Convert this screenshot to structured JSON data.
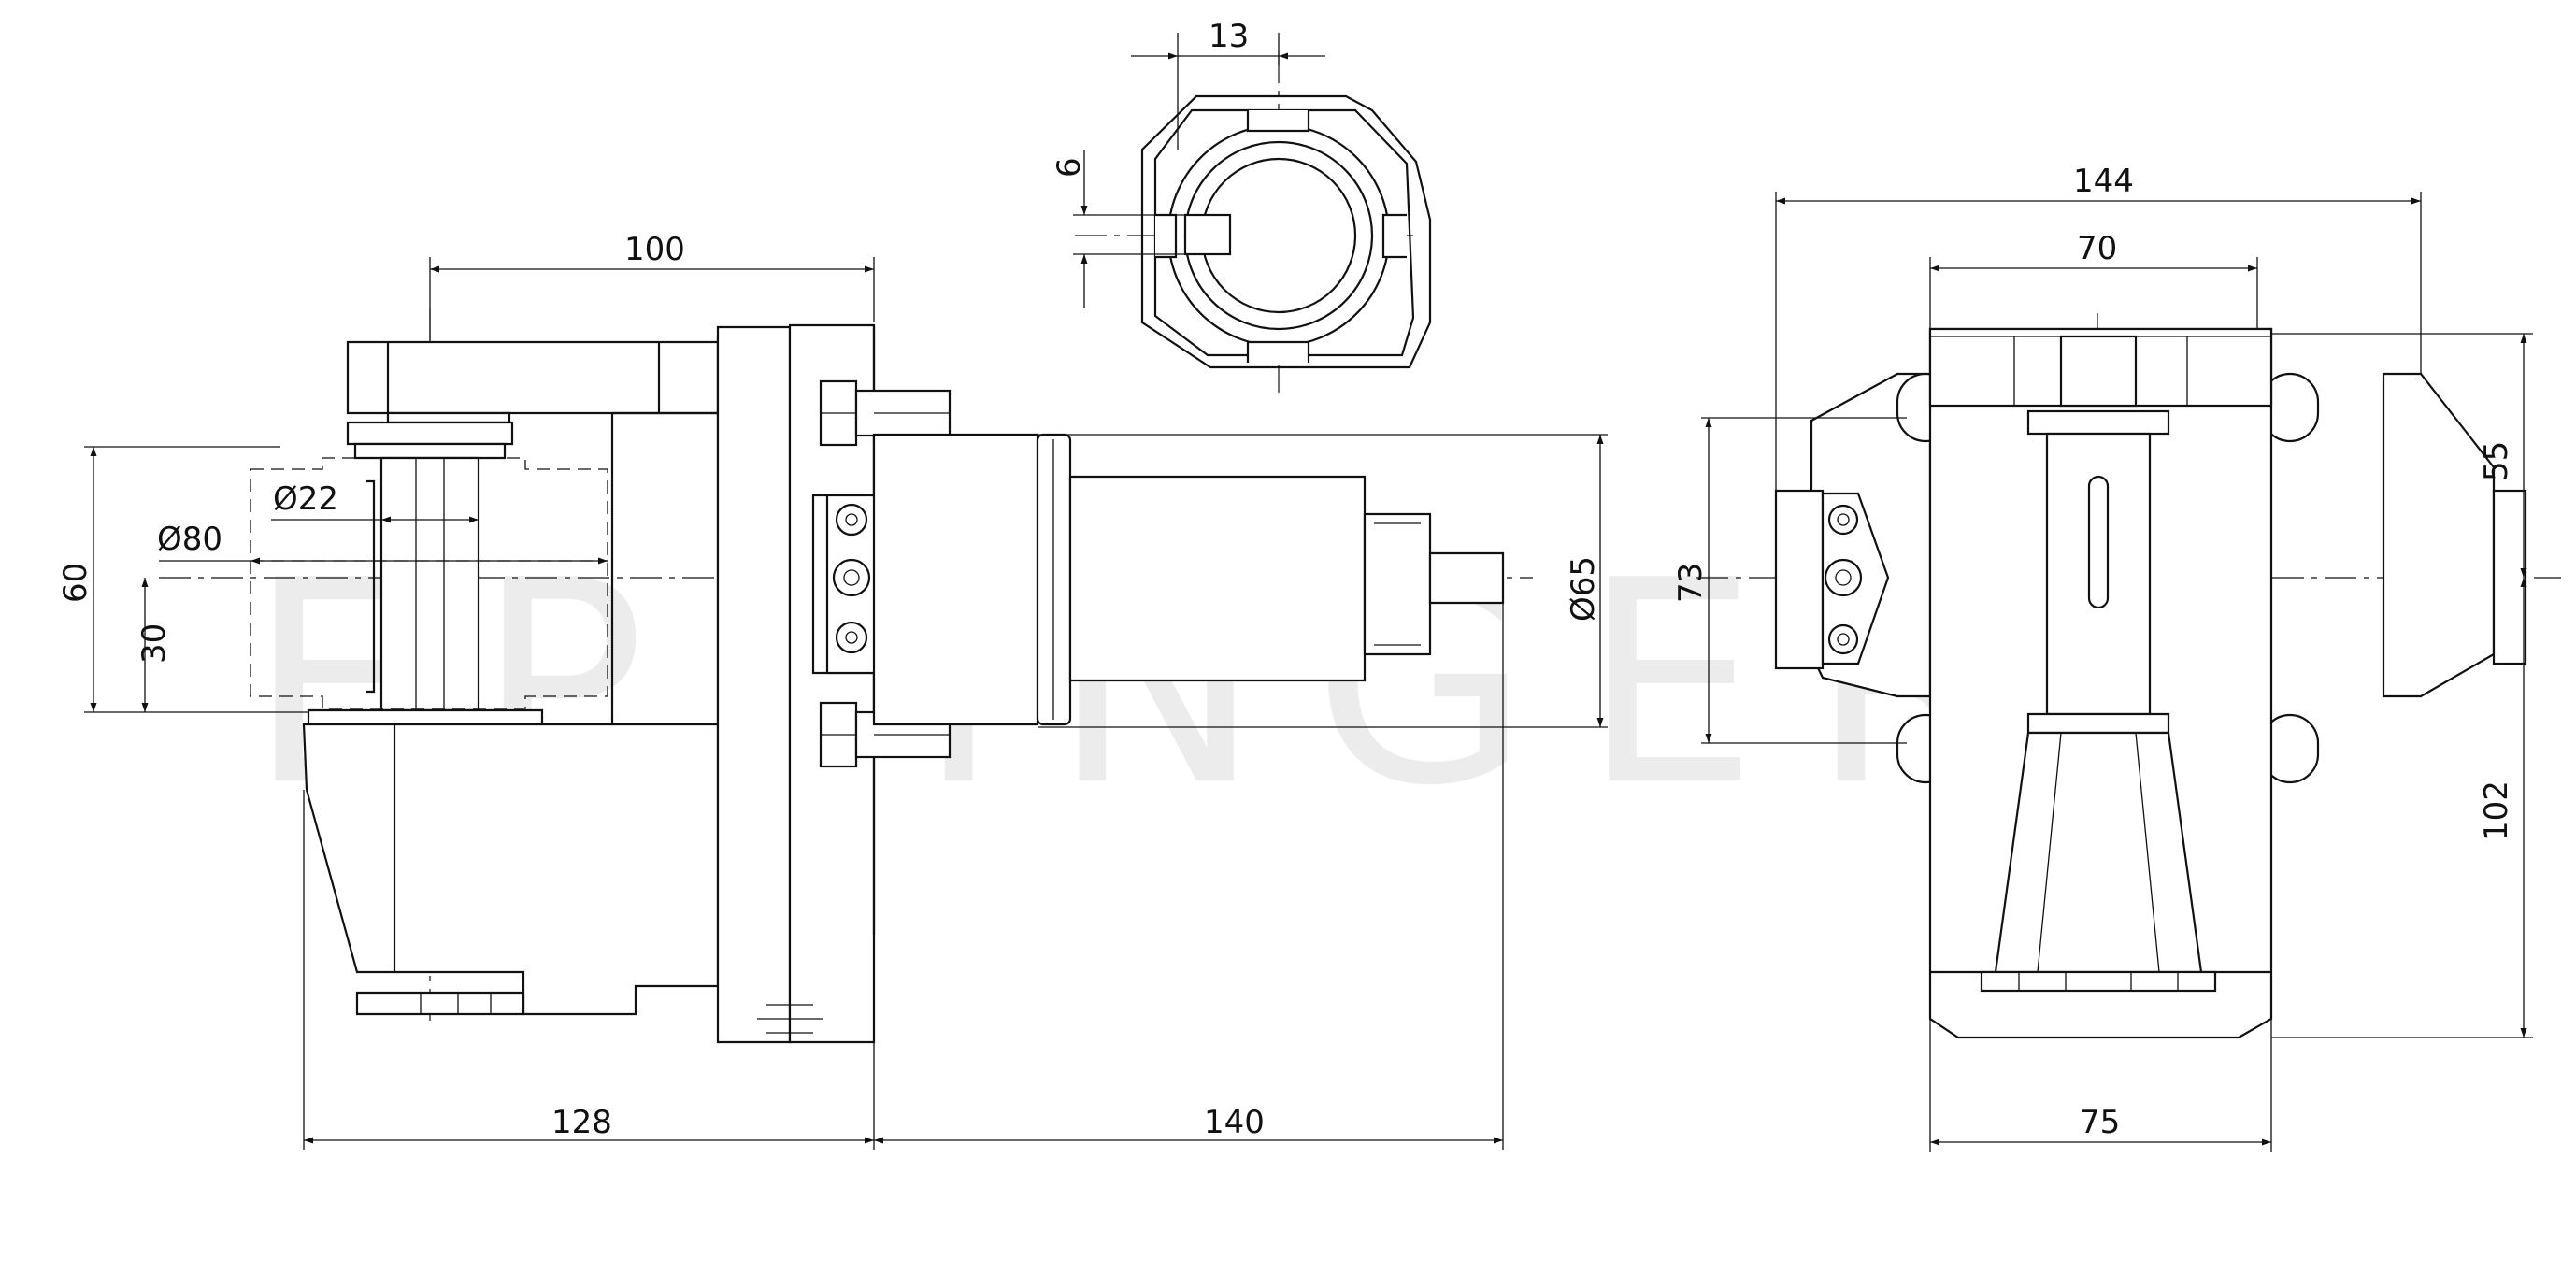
{
  "watermark": "EPPINGER",
  "dimensions": {
    "d100": "100",
    "d22": "Ø22",
    "d80": "Ø80",
    "d60": "60",
    "d30": "30",
    "d65": "Ø65",
    "d128": "128",
    "d140": "140",
    "d13": "13",
    "d6": "6",
    "d144": "144",
    "d70": "70",
    "d55": "55",
    "d73": "73",
    "d102": "102",
    "d75": "75"
  },
  "colors": {
    "line": "#111111",
    "background": "#ffffff",
    "watermark": "#ececec"
  }
}
